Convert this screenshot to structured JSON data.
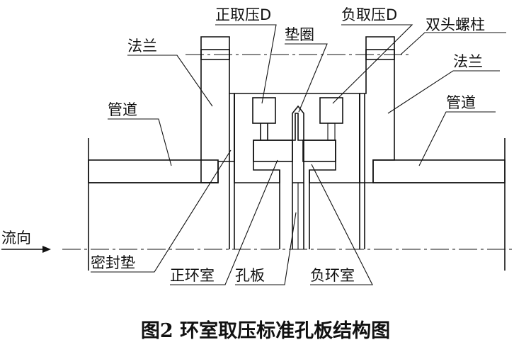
{
  "labels": {
    "pos_tap": "正取压D",
    "neg_tap": "负取压D",
    "gasket_ring": "垫圈",
    "stud": "双头螺柱",
    "flange_left": "法兰",
    "flange_right": "法兰",
    "pipe_left": "管道",
    "pipe_right": "管道",
    "flow": "流向",
    "seal_gasket": "密封垫",
    "pos_chamber": "正环室",
    "orifice": "孔板",
    "neg_chamber": "负环室"
  },
  "caption": "图2  环室取压标准孔板结构图"
}
